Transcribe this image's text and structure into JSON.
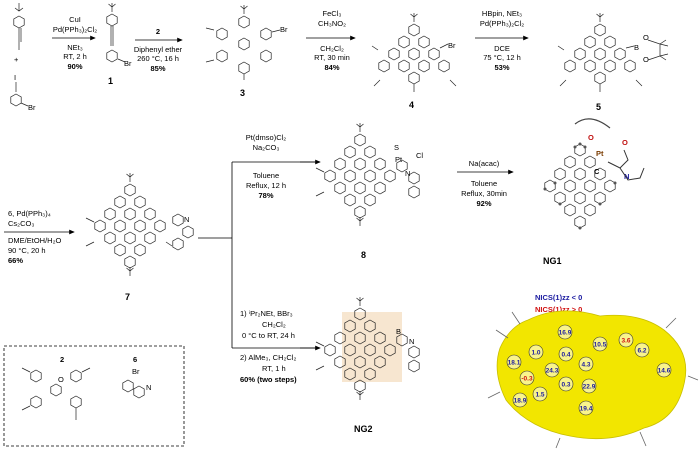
{
  "step1": {
    "reagent1": "CuI",
    "reagent2": "Pd(PPh₃)₂Cl₂",
    "reagent3": "NEt₃",
    "cond": "RT, 2 h",
    "yield": "90%"
  },
  "step2": {
    "reagent1": "2",
    "cond1": "Diphenyl ether",
    "cond2": "260 °C, 16 h",
    "yield": "85%"
  },
  "step3": {
    "reagent1": "FeCl₃",
    "reagent2": "CH₃NO₂",
    "reagent3": "CH₂Cl₂",
    "cond": "RT, 30 min",
    "yield": "84%"
  },
  "step4": {
    "reagent1": "HBpin, NEt₃",
    "reagent2": "Pd(PPh₃)₂Cl₂",
    "reagent3": "DCE",
    "cond": "75 °C, 12 h",
    "yield": "53%"
  },
  "step5": {
    "reagent1": "6, Pd(PPh₃)₄",
    "reagent2": "Cs₂CO₃",
    "reagent3": "DME/EtOH/H₂O",
    "cond": "90 °C, 20 h",
    "yield": "66%"
  },
  "step6": {
    "reagent1": "Pt(dmso)Cl₂",
    "reagent2": "Na₂CO₃",
    "reagent3": "Toluene",
    "cond": "Reflux, 12 h",
    "yield": "78%"
  },
  "step7": {
    "reagent1": "Na(acac)",
    "reagent2": "Toluene",
    "cond": "Reflux, 30min",
    "yield": "92%"
  },
  "step8": {
    "reagent1": "1) ⁱPr₂NEt, BBr₃",
    "reagent2": "CH₂Cl₂",
    "cond1": "0 °C to RT, 24 h",
    "reagent3": "2) AlMe₃, CH₂Cl₂",
    "cond2": "RT, 1 h",
    "yield": "60% (two steps)"
  },
  "compounds": {
    "c1": "1",
    "c3": "3",
    "c4": "4",
    "c5": "5",
    "c7": "7",
    "c8": "8",
    "ng1": "NG1",
    "ng2": "NG2",
    "box2": "2",
    "box6": "6"
  },
  "atoms": {
    "i": "I",
    "br": "Br",
    "b": "B",
    "o": "O",
    "n": "N",
    "pt": "Pt",
    "cl": "Cl",
    "s": "S",
    "plus": "+",
    "pt_ng1": "Pt",
    "n_ng1": "N",
    "c_ng1": "C",
    "o1_ng1": "O",
    "o2_ng1": "O"
  },
  "nics": {
    "legend_neg": "NICS(1)zz < 0",
    "legend_pos": "NICS(1)zz > 0",
    "neg_color": "#1a1aa0",
    "pos_color": "#d01010",
    "values": [
      "16.9",
      "10.5",
      "1.0",
      "0.4",
      "6.2",
      "18.1",
      "24.3",
      "4.3",
      "14.6",
      "-0.3",
      "0.3",
      "22.9",
      "1.5",
      "18.9",
      "19.4",
      "3.6"
    ]
  },
  "colors": {
    "isosurface": "#f2e600",
    "ng2_shade": "#f3dcbc"
  }
}
